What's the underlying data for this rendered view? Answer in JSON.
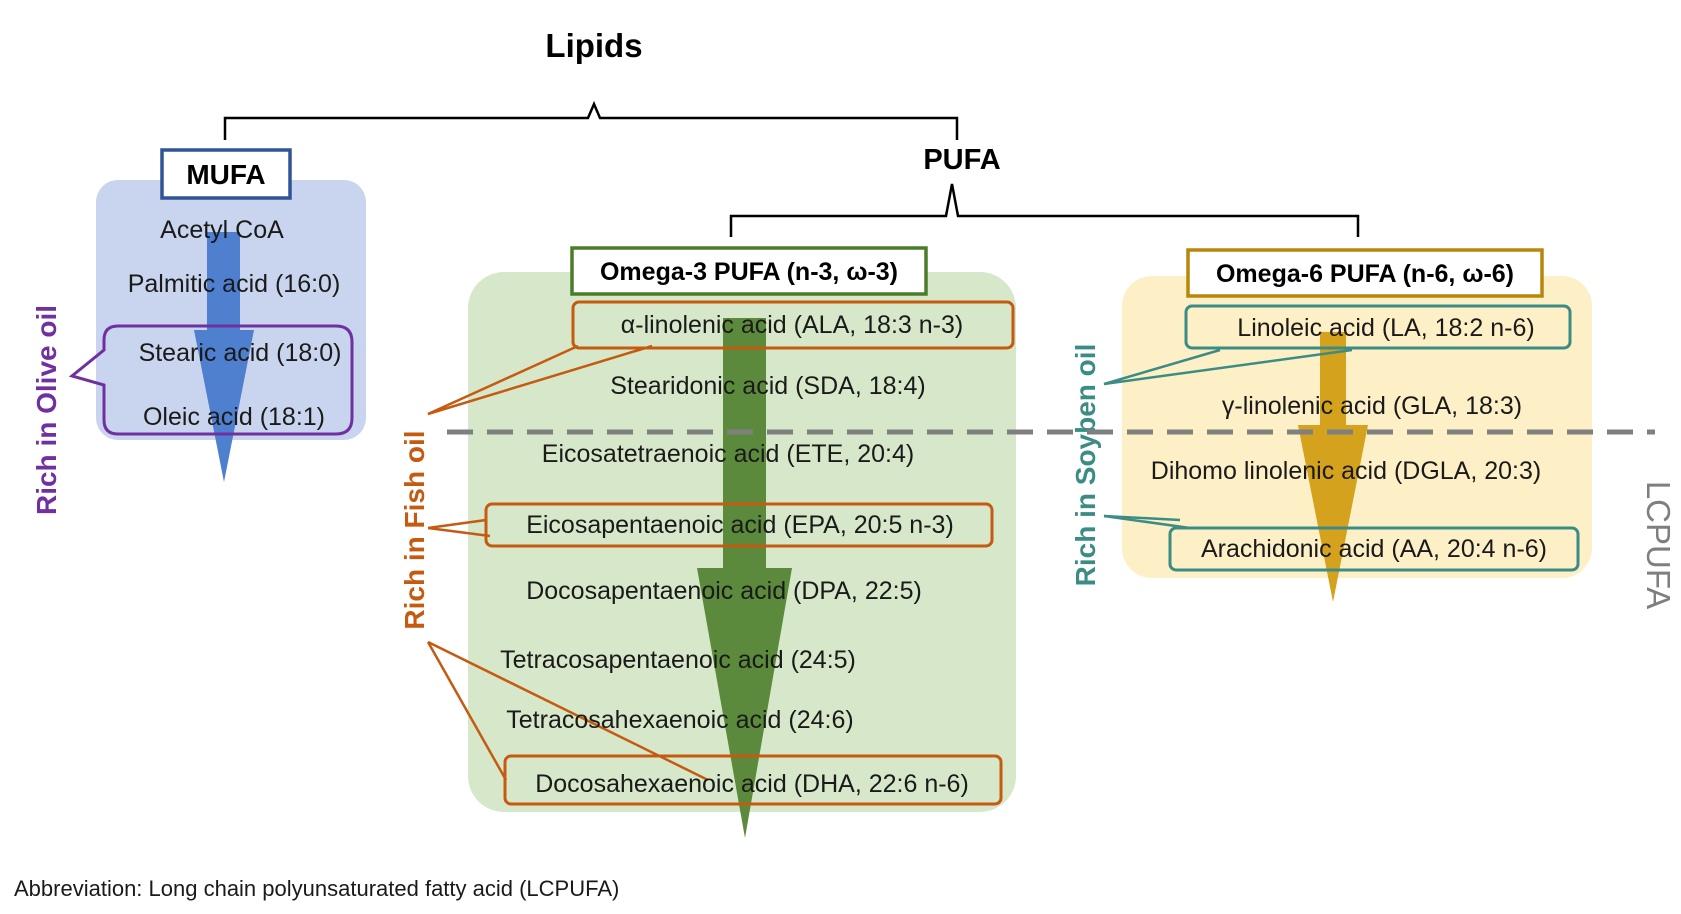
{
  "root": {
    "title": "Lipids"
  },
  "mufa": {
    "header": "MUFA",
    "items": [
      "Acetyl CoA",
      "Palmitic acid (16:0)",
      "Stearic acid (18:0)",
      "Oleic acid (18:1)"
    ],
    "callout": "Rich in Olive oil"
  },
  "pufa": {
    "title": "PUFA"
  },
  "omega3": {
    "header": "Omega-3 PUFA (n-3, ω-3)",
    "items": [
      "α-linolenic acid (ALA, 18:3 n-3)",
      "Stearidonic acid (SDA, 18:4)",
      "Eicosatetraenoic acid (ETE, 20:4)",
      "Eicosapentaenoic acid (EPA, 20:5 n-3)",
      "Docosapentaenoic acid (DPA, 22:5)",
      "Tetracosapentaenoic acid (24:5)",
      "Tetracosahexaenoic  acid (24:6)",
      "Docosahexaenoic acid (DHA, 22:6 n-6)"
    ],
    "callout": "Rich in Fish oil"
  },
  "omega6": {
    "header": "Omega-6 PUFA (n-6, ω-6)",
    "items": [
      "Linoleic acid (LA, 18:2 n-6)",
      "γ-linolenic acid (GLA, 18:3)",
      "Dihomo linolenic acid (DGLA, 20:3)",
      "Arachidonic acid (AA, 20:4 n-6)"
    ],
    "callout": "Rich in Soyben oil"
  },
  "lcpufa_label": "LCPUFA",
  "footnote": "Abbreviation: Long chain polyunsaturated fatty acid (LCPUFA)",
  "colors": {
    "mufa_panel": "#c9d5ee",
    "mufa_arrow": "#4f7fcf",
    "mufa_border": "#2f5597",
    "olive_purple": "#7030a0",
    "omega3_panel": "#d6e8c9",
    "omega3_arrow": "#5c8a3c",
    "omega3_border": "#4a7d2a",
    "fish_orange": "#c55a11",
    "omega6_panel": "#fdefc6",
    "omega6_arrow": "#d4a21c",
    "omega6_border": "#b8860b",
    "soy_teal": "#3c8c86",
    "lcpufa_dash": "#7f7f7f"
  }
}
